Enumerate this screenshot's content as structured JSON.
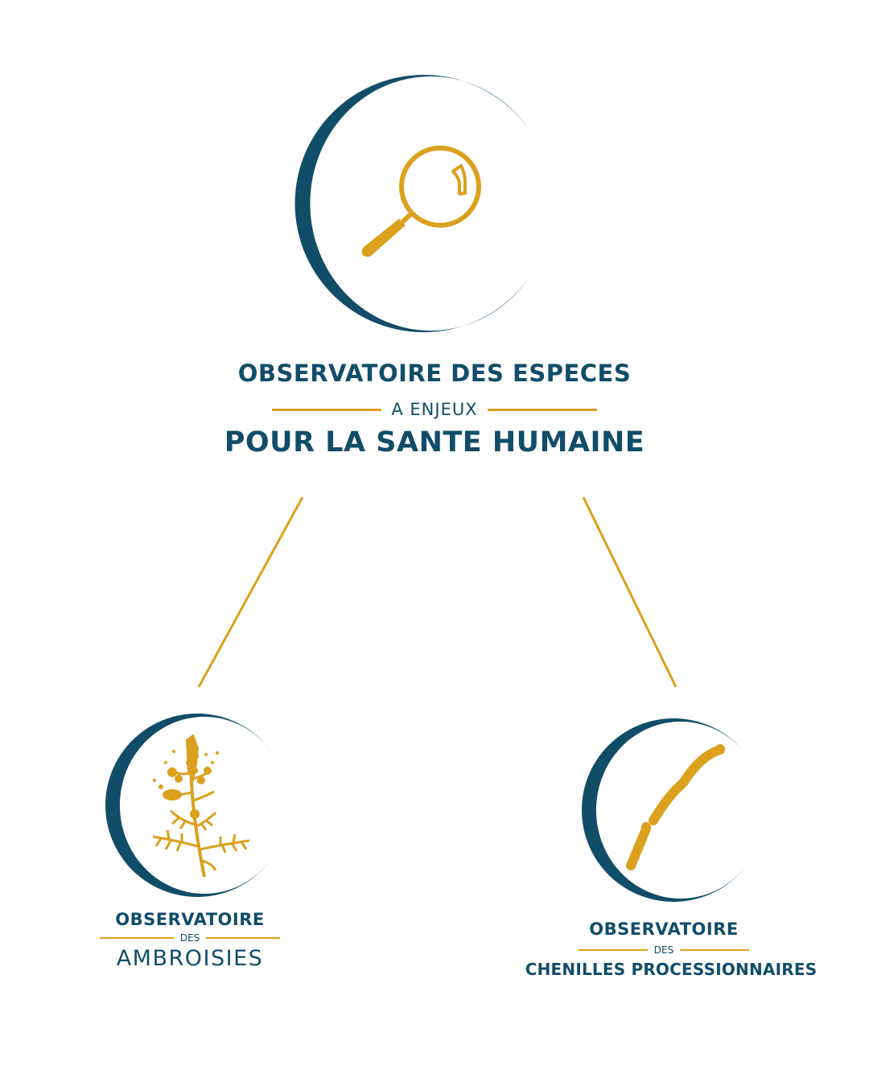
{
  "main": {
    "title_line1": "OBSERVATOIRE DES ESPECES",
    "title_middle": "A ENJEUX",
    "title_line3": "POUR LA SANTE HUMAINE",
    "icon": "magnifier-icon"
  },
  "left": {
    "title_line1": "OBSERVATOIRE",
    "title_middle": "DES",
    "title_line3": "AMBROISIES",
    "icon": "ragweed-plant-icon"
  },
  "right": {
    "title_line1": "OBSERVATOIRE",
    "title_middle": "DES",
    "title_line3": "CHENILLES PROCESSIONNAIRES",
    "icon": "caterpillar-icon"
  },
  "colors": {
    "navy": "#114d69",
    "gold": "#dba01d",
    "background": "#ffffff"
  }
}
